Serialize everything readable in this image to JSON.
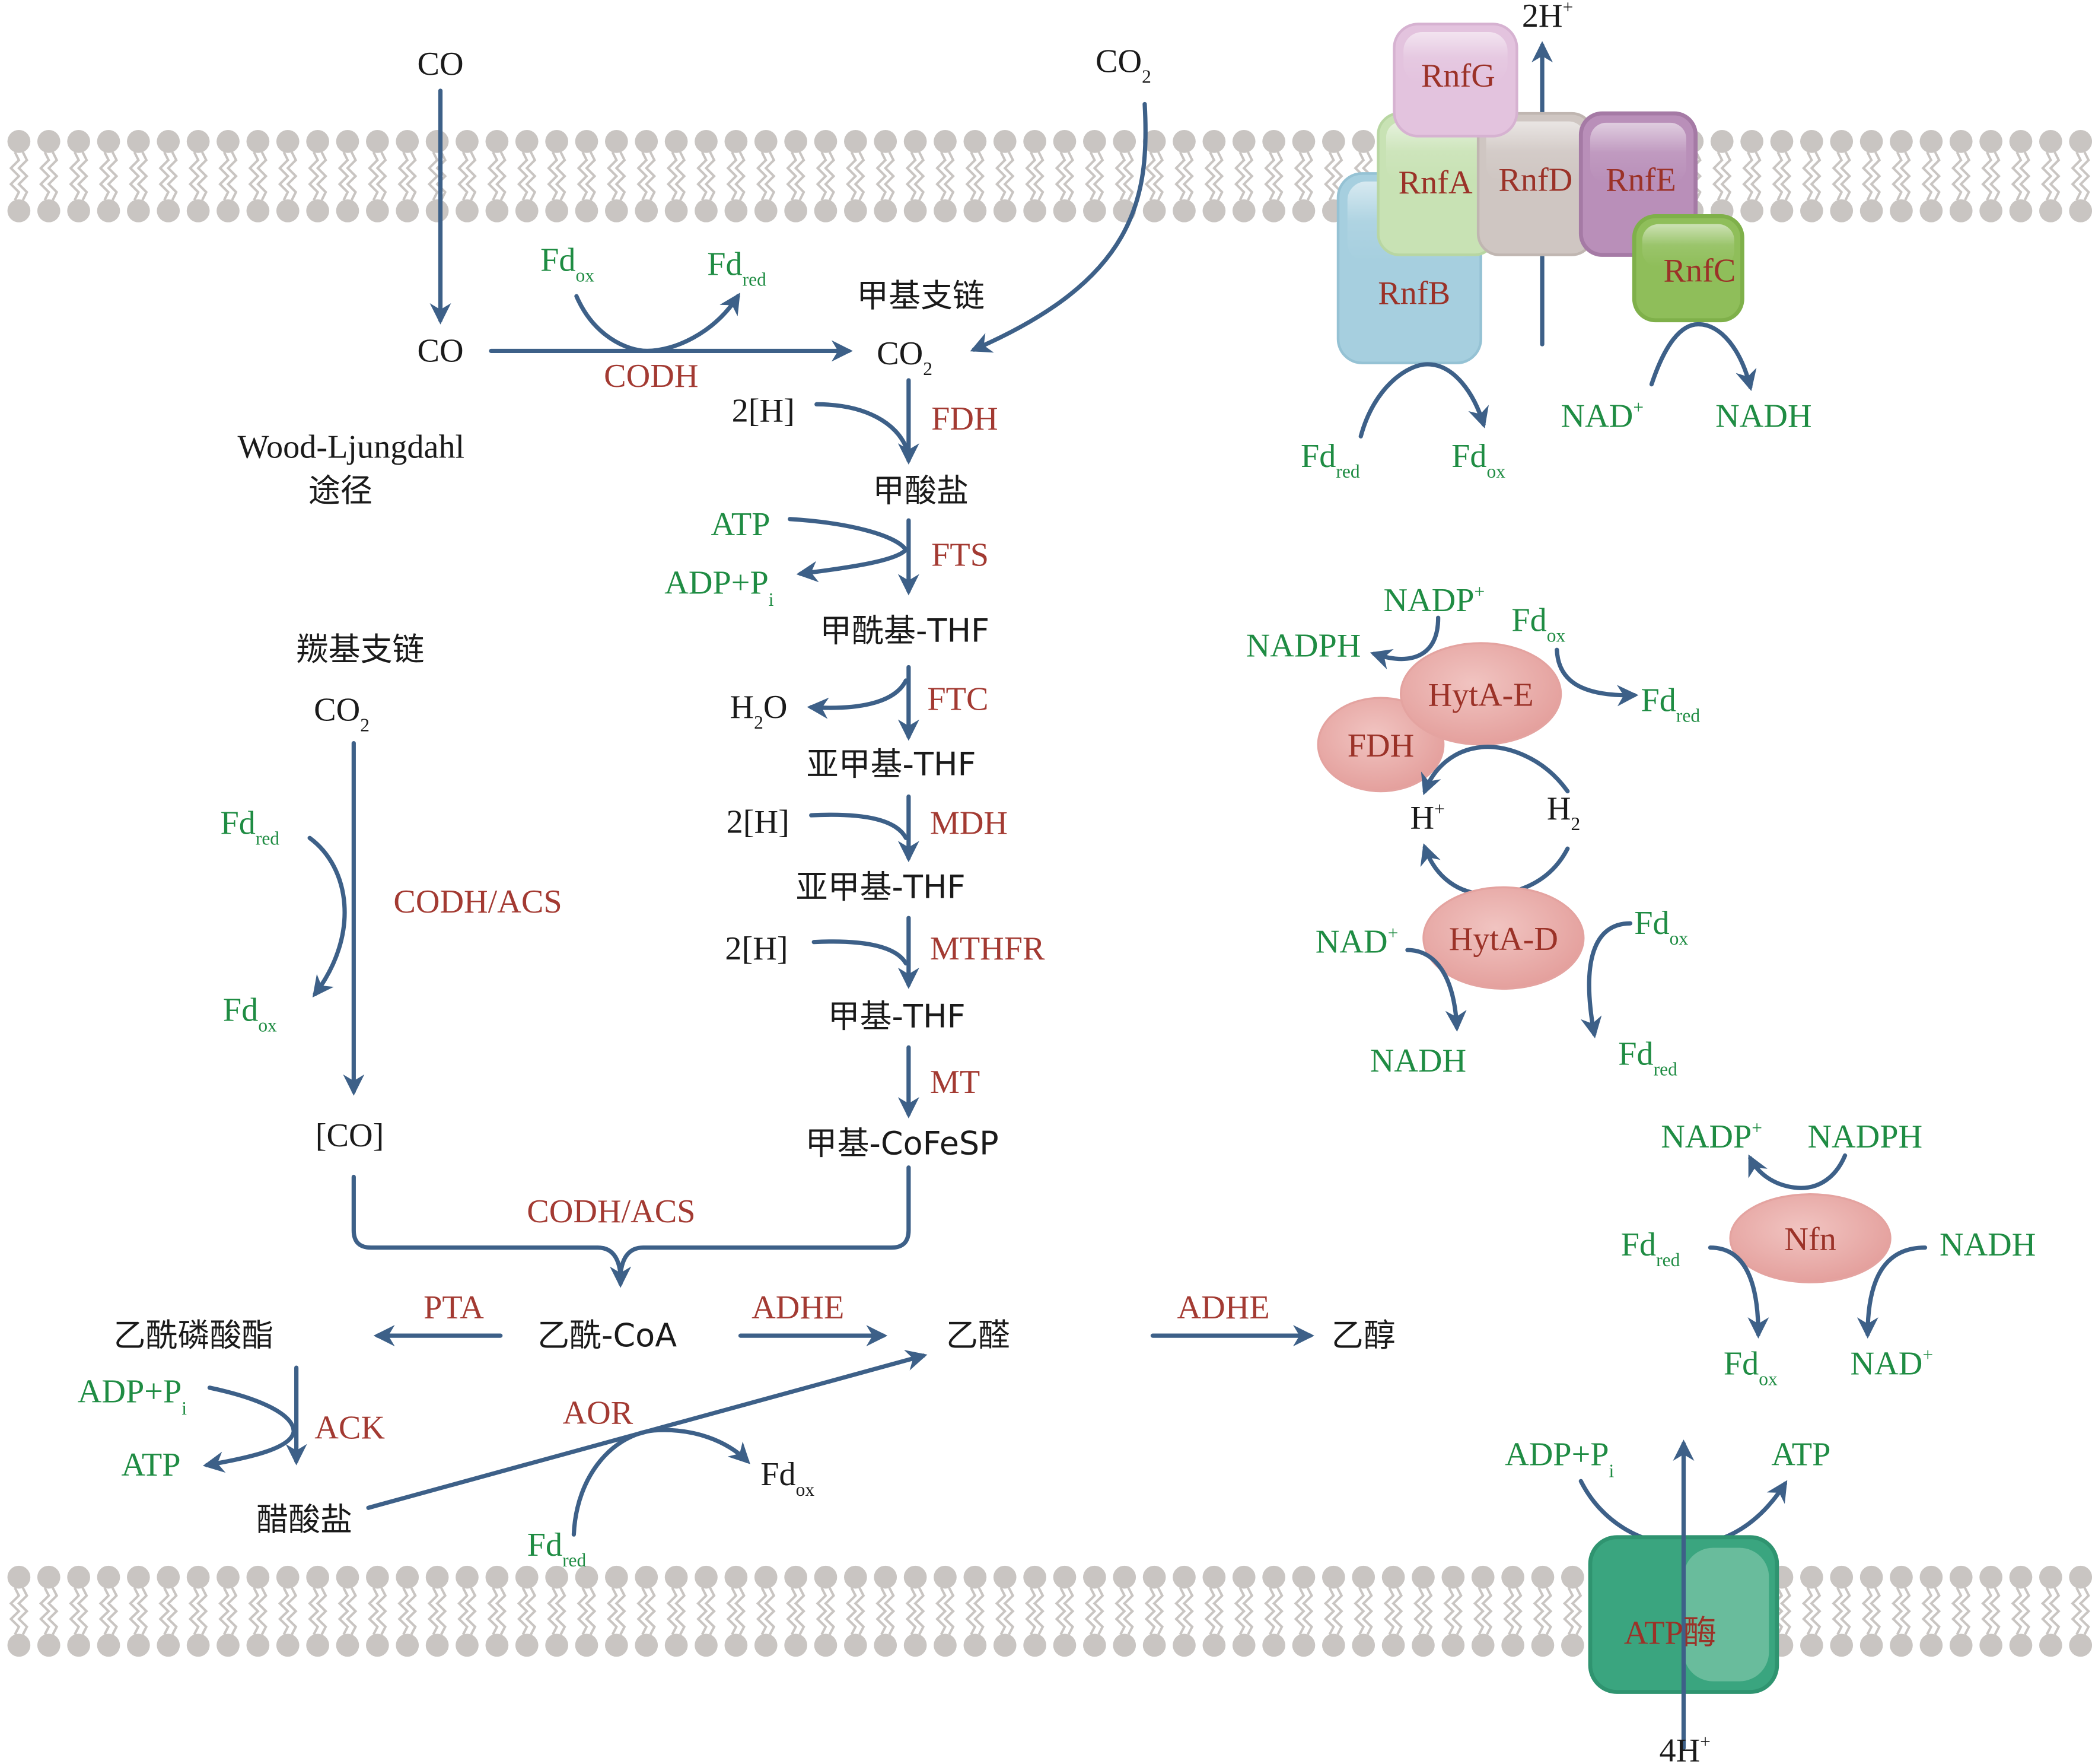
{
  "colors": {
    "arrow": "#3d6088",
    "metabolite_text": "#1a1a1a",
    "cofactor_text": "#1f8c43",
    "enzyme_text": "#a33a32",
    "membrane": "#c9c5c2",
    "rnfG": "#e3c3de",
    "rnfA": "#c8e2b4",
    "rnfB": "#a6cfdf",
    "rnfD": "#cfc6c2",
    "rnfE": "#b98fb9",
    "rnfC": "#8fbe5a",
    "hydrogenase": "#e8a9a6",
    "atpase": "#3aa57f"
  },
  "pathway": {
    "title_line1": "Wood-Ljungdahl",
    "title_line2": "途径",
    "top_inputs": {
      "co_outside": "CO",
      "co2_outside": "CO",
      "co2_outside_sub": "2"
    },
    "codh_step": {
      "substrate": "CO",
      "product": "CO",
      "product_sub": "2",
      "enzyme": "CODH",
      "fd_in": "Fd",
      "fd_in_sub": "ox",
      "fd_out": "Fd",
      "fd_out_sub": "red"
    },
    "methyl_branch": {
      "label": "甲基支链",
      "steps": [
        {
          "cofactor": "2[H]",
          "enzyme": "FDH",
          "product": "甲酸盐"
        },
        {
          "cofactor_in": "ATP",
          "cofactor_out": "ADP+P",
          "cofactor_out_sub": "i",
          "enzyme": "FTS",
          "product": "甲酰基-THF"
        },
        {
          "cofactor_out": "H",
          "cofactor_out_sub": "2",
          "cofactor_out_tail": "O",
          "enzyme": "FTC",
          "product": "亚甲基-THF"
        },
        {
          "cofactor": "2[H]",
          "enzyme": "MDH",
          "product": "亚甲基-THF"
        },
        {
          "cofactor": "2[H]",
          "enzyme": "MTHFR",
          "product": "甲基-THF"
        },
        {
          "enzyme": "MT",
          "product": "甲基-CoFeSP"
        }
      ]
    },
    "carbonyl_branch": {
      "label": "羰基支链",
      "substrate": "CO",
      "substrate_sub": "2",
      "fd_in": "Fd",
      "fd_in_sub": "red",
      "fd_out": "Fd",
      "fd_out_sub": "ox",
      "enzyme": "CODH/ACS",
      "product": "[CO]"
    },
    "condensation": {
      "enzyme": "CODH/ACS",
      "product": "乙酰-CoA"
    },
    "products": {
      "pta_enzyme": "PTA",
      "acetyl_phosphate": "乙酰磷酸酯",
      "ack_enzyme": "ACK",
      "ack_in": "ADP+P",
      "ack_in_sub": "i",
      "ack_out": "ATP",
      "acetate": "醋酸盐",
      "adhe_enzyme_1": "ADHE",
      "acetaldehyde": "乙醛",
      "adhe_enzyme_2": "ADHE",
      "ethanol": "乙醇",
      "aor_enzyme": "AOR",
      "aor_fd_in": "Fd",
      "aor_fd_in_sub": "red",
      "aor_fd_out": "Fd",
      "aor_fd_out_sub": "ox"
    }
  },
  "rnf_complex": {
    "subunits": [
      "RnfG",
      "RnfA",
      "RnfB",
      "RnfD",
      "RnfE",
      "RnfC"
    ],
    "proton_out": "2H",
    "proton_out_sup": "+",
    "fd_in": "Fd",
    "fd_in_sub": "red",
    "fd_out": "Fd",
    "fd_out_sub": "ox",
    "nad_in": "NAD",
    "nad_in_sup": "+",
    "nad_out": "NADH"
  },
  "hydrogenase": {
    "upper_enzyme": "HytA-E",
    "fdh_enzyme": "FDH",
    "lower_enzyme": "HytA-D",
    "nadp_in": "NADP",
    "nadp_in_sup": "+",
    "nadp_out": "NADPH",
    "upper_fd_in": "Fd",
    "upper_fd_in_sub": "ox",
    "upper_fd_out": "Fd",
    "upper_fd_out_sub": "red",
    "proton": "H",
    "proton_sup": "+",
    "hydrogen": "H",
    "hydrogen_sub": "2",
    "nad_in": "NAD",
    "nad_in_sup": "+",
    "nad_out": "NADH",
    "lower_fd_in": "Fd",
    "lower_fd_in_sub": "ox",
    "lower_fd_out": "Fd",
    "lower_fd_out_sub": "red"
  },
  "nfn": {
    "enzyme": "Nfn",
    "nadp_out": "NADP",
    "nadp_out_sup": "+",
    "nadph_in": "NADPH",
    "fd_in": "Fd",
    "fd_in_sub": "red",
    "fd_out": "Fd",
    "fd_out_sub": "ox",
    "nadh_in": "NADH",
    "nad_out": "NAD",
    "nad_out_sup": "+"
  },
  "atpase": {
    "label": "ATP酶",
    "adp_in": "ADP+P",
    "adp_in_sub": "i",
    "atp_out": "ATP",
    "proton_in": "4H",
    "proton_in_sup": "+"
  }
}
